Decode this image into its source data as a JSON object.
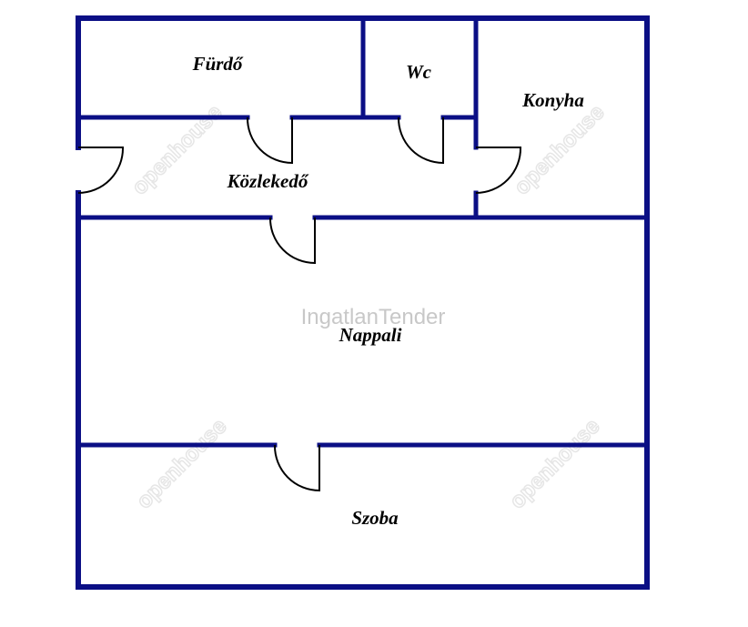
{
  "rooms": {
    "furdo": "Fürdő",
    "wc": "Wc",
    "konyha": "Konyha",
    "kozlekedo": "Közlekedő",
    "nappali": "Nappali",
    "szoba": "Szoba"
  },
  "watermarks": {
    "center": "IngatlanTender",
    "logo": "openhouse"
  },
  "colors": {
    "wall": "#0b0f85",
    "door": "#000000"
  }
}
